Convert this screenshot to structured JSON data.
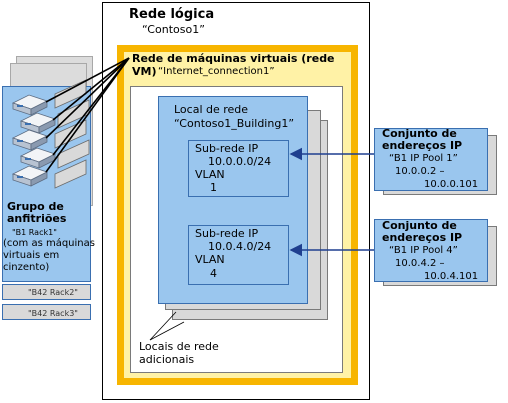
{
  "logical_network": {
    "title": "Rede lógica",
    "name": "“Contoso1”"
  },
  "vm_network": {
    "title_line1": "Rede de máquinas virtuais (rede",
    "title_line2_bold": "VM)",
    "title_line2_name": "“Internet_connection1”"
  },
  "network_site": {
    "label": "Local de rede",
    "name": "“Contoso1_Building1”"
  },
  "subnets": [
    {
      "label": "Sub-rede IP",
      "value": "10.0.0.0/24",
      "vlan_label": "VLAN",
      "vlan": "1"
    },
    {
      "label": "Sub-rede IP",
      "value": "10.0.4.0/24",
      "vlan_label": "VLAN",
      "vlan": "4"
    }
  ],
  "additional_sites": {
    "line1": "Locais de rede",
    "line2": "adicionais"
  },
  "ip_pools": [
    {
      "title_line1": "Conjunto de",
      "title_line2": "endereços IP",
      "name": "“B1 IP Pool 1”",
      "range_start": "10.0.0.2 –",
      "range_end": "10.0.0.101"
    },
    {
      "title_line1": "Conjunto de",
      "title_line2": "endereços IP",
      "name": "“B1 IP Pool 4”",
      "range_start": "10.0.4.2 –",
      "range_end": "10.0.4.101"
    }
  ],
  "host_group": {
    "title_line1": "Grupo de",
    "title_line2": "anfitriões",
    "name": "\"B1 Rack1\"",
    "note_line1": "(com as máquinas",
    "note_line2": "virtuais em",
    "note_line3": "cinzento)"
  },
  "other_racks": [
    "\"B42 Rack2\"",
    "\"B42 Rack3\""
  ],
  "colors": {
    "blue_fill": "#9ac6ee",
    "blue_border": "#3a6fb0",
    "orange": "#f7b500",
    "yellow": "#fff2a6",
    "gray_fill": "#d9d9d9",
    "arrow": "#1f3f8f"
  }
}
